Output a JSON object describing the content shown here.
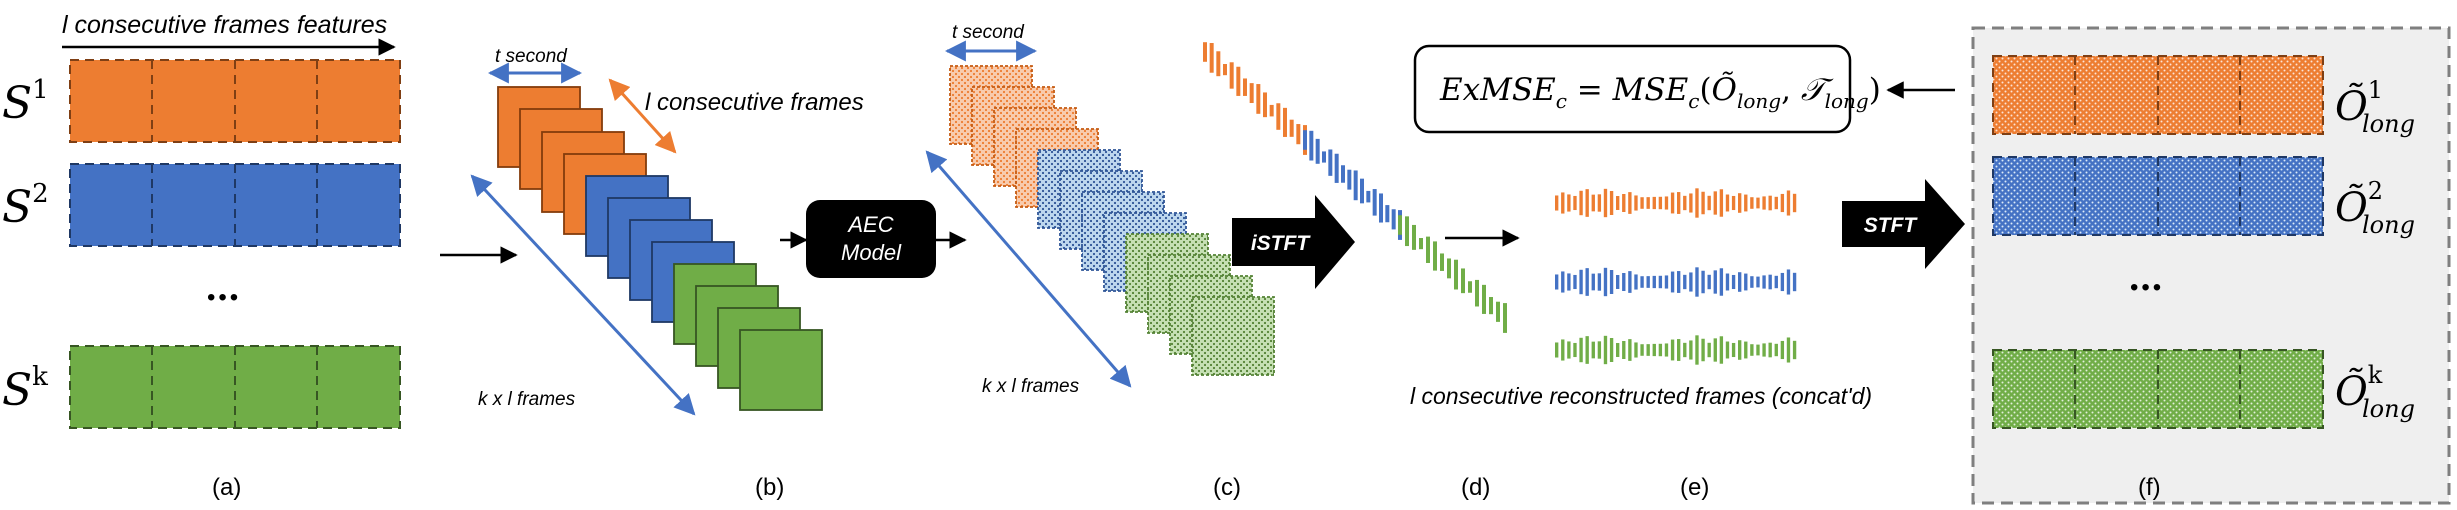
{
  "colors": {
    "orange": "#ED7D31",
    "orange_dark": "#C55A11",
    "blue": "#4472C4",
    "blue_dark": "#2F5597",
    "green": "#70AD47",
    "green_dark": "#538135",
    "panel_bg": "#EFEFEF",
    "arrow_dark": "#000000"
  },
  "panel_a": {
    "top_label": "l consecutive frames features",
    "rows": [
      {
        "base": "S",
        "sup": "1"
      },
      {
        "base": "S",
        "sup": "2"
      },
      {
        "base": "S",
        "sup": "k"
      }
    ],
    "ellipsis": "•••",
    "caption": "(a)"
  },
  "panel_b": {
    "t_second": "t second",
    "l_frames": "l consecutive frames",
    "kxl_frames": "k x l frames",
    "caption": "(b)"
  },
  "aec_model": {
    "line1": "AEC",
    "line2": "Model"
  },
  "panel_c": {
    "t_second": "t second",
    "kxl_frames": "k x l frames",
    "caption": "(c)"
  },
  "istft_label": "iSTFT",
  "panel_d": {
    "caption": "(d)"
  },
  "panel_e": {
    "caption_text": "l consecutive reconstructed frames (concat'd)",
    "caption": "(e)"
  },
  "formula": {
    "lhs": "ExMSE",
    "lhs_sub": "c",
    "eq": " = ",
    "fn": "MSE",
    "fn_sub": "c",
    "open": "(",
    "arg1": "Õ",
    "arg1_sub": "long",
    "comma": ", ",
    "arg2": "𝒯",
    "arg2_sub": "long",
    "close": ")"
  },
  "stft_label": "STFT",
  "panel_f": {
    "rows": [
      {
        "base": "Õ",
        "sup": "1",
        "sub": "long"
      },
      {
        "base": "Õ",
        "sup": "2",
        "sub": "long"
      },
      {
        "base": "Õ",
        "sup": "k",
        "sub": "long"
      }
    ],
    "ellipsis": "•••",
    "caption": "(f)"
  }
}
